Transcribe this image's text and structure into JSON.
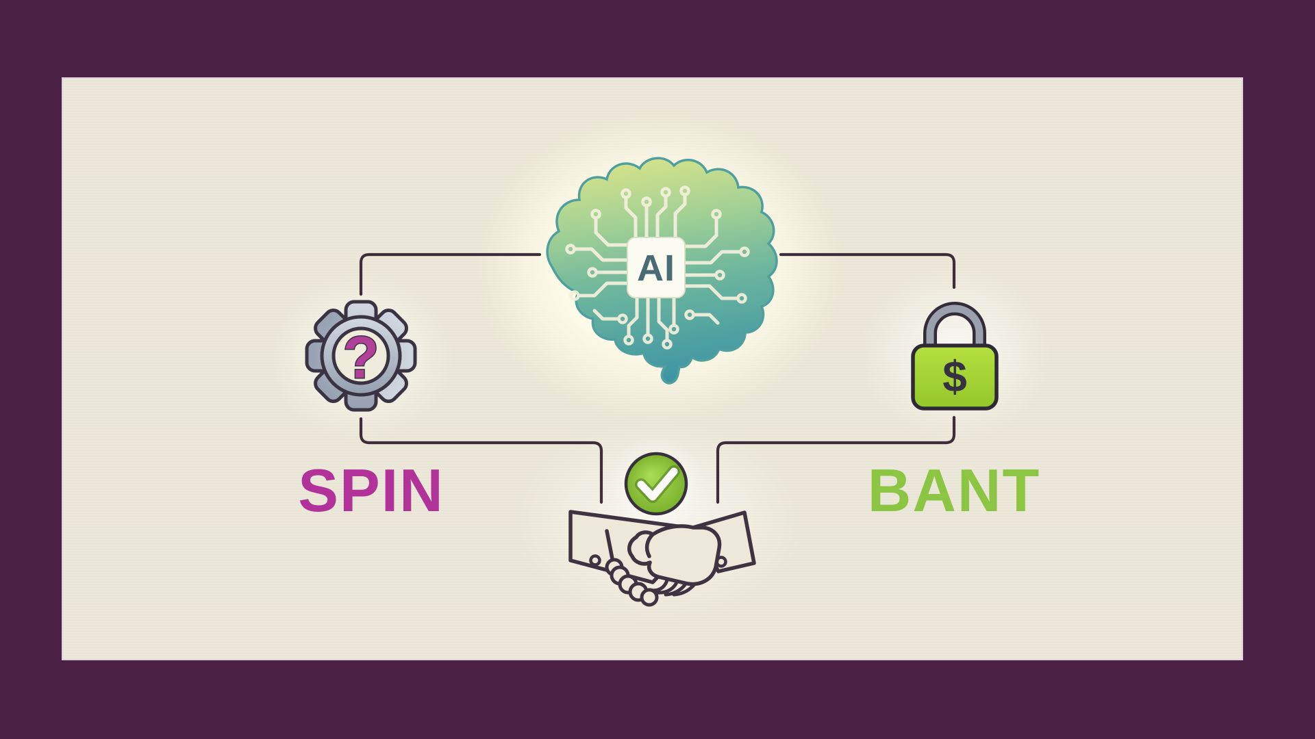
{
  "frame": {
    "color": "#4a2145"
  },
  "canvas": {
    "background": "#ece8d9",
    "line_color": "#3e2e3c"
  },
  "labels": {
    "spin": "SPIN",
    "bant": "BANT",
    "ai_chip": "AI",
    "question_mark": "?",
    "dollar_sign": "$"
  },
  "colors": {
    "spin_text": "#b13399",
    "bant_text": "#8cc543",
    "question_mark": "#b23f98",
    "dollar_sign": "#363241",
    "ai_chip_text": "#4a6b74",
    "brain_top": "#d6e38a",
    "brain_mid": "#6fb79d",
    "brain_bottom": "#3c94a4",
    "gear_silver": "#b9c1cd",
    "lock_body": "#a4d534",
    "check_circle": "#8cc63f",
    "outline_dark": "#3e3340"
  },
  "icons": [
    {
      "name": "ai-brain-icon",
      "description": "circuit-board brain with AI chip"
    },
    {
      "name": "gear-question-icon",
      "description": "gear with question mark"
    },
    {
      "name": "lock-dollar-icon",
      "description": "green padlock with dollar sign"
    },
    {
      "name": "check-circle-icon",
      "description": "green checkmark badge"
    },
    {
      "name": "handshake-icon",
      "description": "handshake line art"
    }
  ]
}
